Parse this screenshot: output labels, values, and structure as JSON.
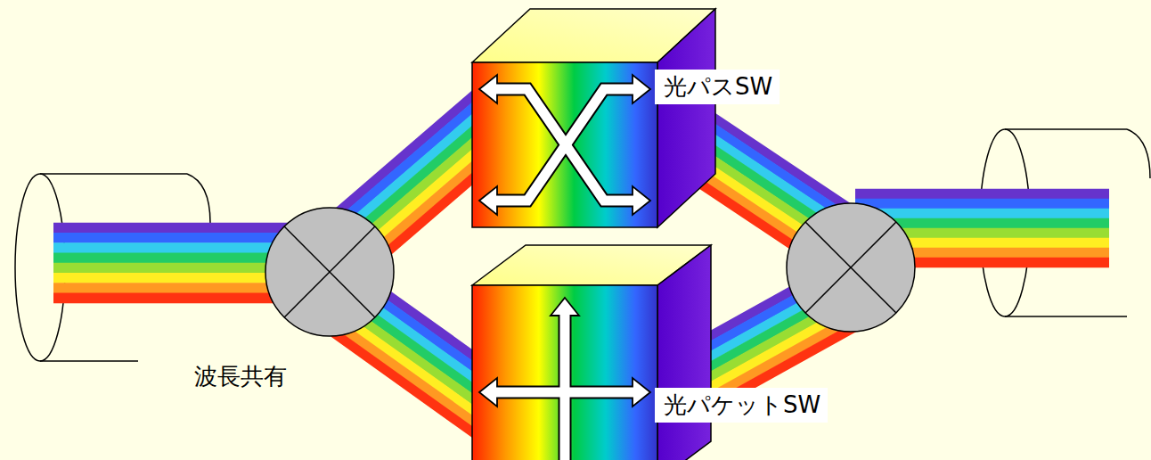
{
  "diagram": {
    "nodes": [
      {
        "text": [
          "光パスSW"
        ]
      },
      {
        "text": [
          "光パケットSW"
        ]
      }
    ],
    "labels": [
      "波長共有"
    ]
  }
}
